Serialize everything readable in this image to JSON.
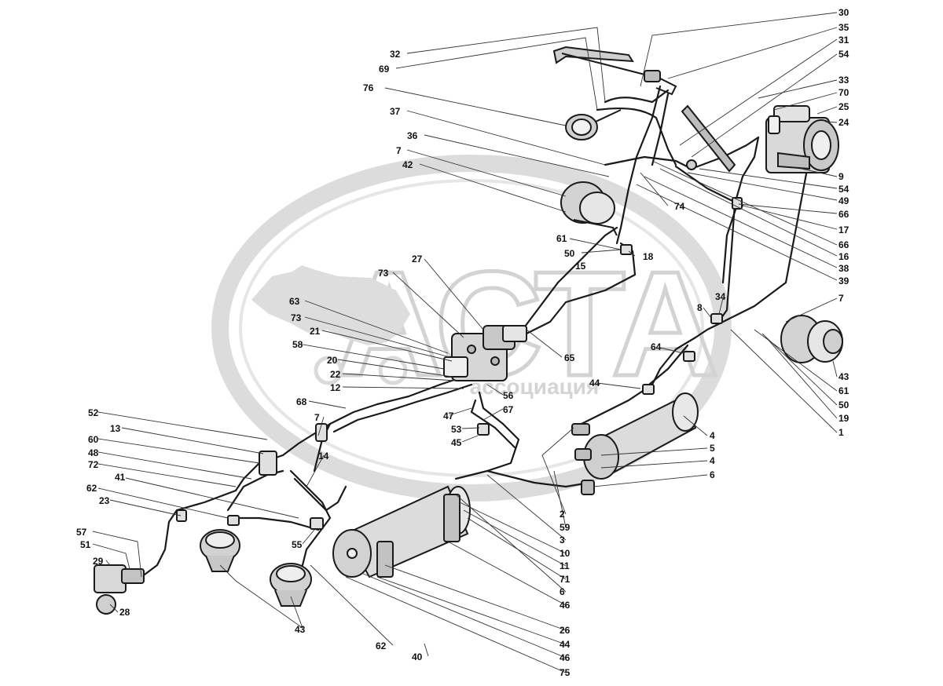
{
  "watermark": {
    "brand": "АСТА",
    "subtitle": "ассоциация",
    "color": "#d4d4d4"
  },
  "colors": {
    "line": "#1a1a1a",
    "part_fill": "#e8e8e8",
    "background": "#ffffff"
  },
  "callouts": [
    "30",
    "35",
    "31",
    "54",
    "33",
    "70",
    "25",
    "24",
    "9",
    "54",
    "49",
    "66",
    "17",
    "66",
    "16",
    "38",
    "39",
    "32",
    "69",
    "76",
    "37",
    "36",
    "7",
    "42",
    "74",
    "61",
    "50",
    "15",
    "18",
    "27",
    "73",
    "63",
    "73",
    "21",
    "58",
    "20",
    "22",
    "12",
    "65",
    "56",
    "47",
    "67",
    "53",
    "45",
    "68",
    "7",
    "52",
    "13",
    "60",
    "48",
    "72",
    "14",
    "41",
    "62",
    "23",
    "55",
    "57",
    "51",
    "29",
    "28",
    "43",
    "64",
    "44",
    "8",
    "34",
    "7",
    "43",
    "61",
    "50",
    "19",
    "1",
    "4",
    "5",
    "4",
    "6",
    "2",
    "59",
    "3",
    "10",
    "11",
    "71",
    "6",
    "46",
    "26",
    "44",
    "46",
    "75",
    "62",
    "40"
  ]
}
